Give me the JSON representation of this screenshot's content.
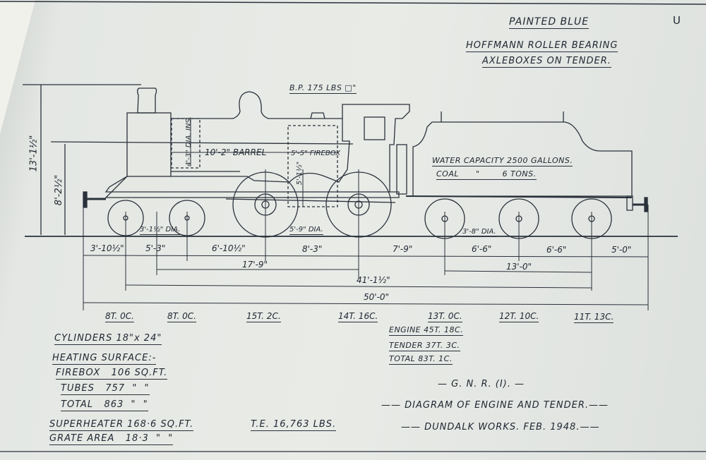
{
  "corner_mark": "U",
  "notes": {
    "painted": "PAINTED BLUE",
    "bearing_line1": "HOFFMANN ROLLER BEARING",
    "bearing_line2": "AXLEBOXES ON TENDER.",
    "boiler_pressure": "B.P. 175 LBS □\"",
    "water": "WATER CAPACITY 2500 GALLONS.",
    "coal": "COAL      \"        6 TONS."
  },
  "boiler_dims": {
    "barrel": "10'-2\" BARREL",
    "firebox": "5'-5\" FIREBOX",
    "boiler_dia": "4'-3\" DIA. INS.",
    "firebox_height": "5'-1½\"",
    "overall_height": "13'-1½\"",
    "boiler_centre_height": "8'-2½\""
  },
  "wheel_dias": {
    "bogie": "3'-1½\" DIA.",
    "driving": "5'-9\" DIA.",
    "tender": "3'-8\" DIA."
  },
  "wheelbase_row": [
    "3'-10½\"",
    "5'-3\"",
    "6'-10½\"",
    "8'-3\"",
    "7'-9\"",
    "6'-6\"",
    "6'-6\"",
    "5'-0\""
  ],
  "spans": {
    "engine_wheelbase": "17'-9\"",
    "tender_wheelbase": "13'-0\"",
    "total_wheelbase": "41'-1½\"",
    "overall_length": "50'-0\""
  },
  "axle_weights": [
    "8T. 0C.",
    "8T. 0C.",
    "15T. 2C.",
    "14T. 16C.",
    "13T. 0C.",
    "12T. 10C.",
    "11T. 13C."
  ],
  "totals": {
    "engine": "ENGINE 45T. 18C.",
    "tender": "TENDER 37T. 3C.",
    "total": "TOTAL 83T. 1C."
  },
  "specs": {
    "cylinders": "CYLINDERS 18\"x 24\"",
    "heating": "HEATING SURFACE:-",
    "firebox": "FIREBOX   106 SQ.FT.",
    "tubes": "TUBES   757  \"  \"",
    "total": "TOTAL   863  \"  \"",
    "superheater": "SUPERHEATER 168·6 SQ.FT.",
    "grate": "GRATE AREA   18·3  \"  \"",
    "te": "T.E. 16,763 LBS."
  },
  "title_block": {
    "railway": "G. N. R. (I).",
    "title": "DIAGRAM OF ENGINE AND TENDER.",
    "works": "DUNDALK WORKS. FEB. 1948."
  }
}
